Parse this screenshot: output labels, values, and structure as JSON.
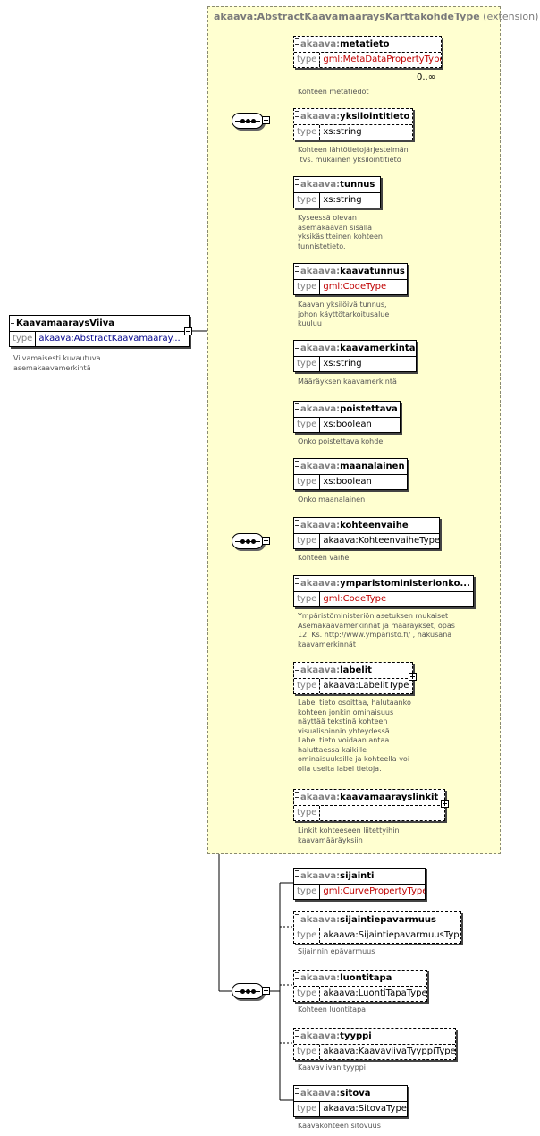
{
  "root": {
    "name": "KaavamaaraysViiva",
    "type_label": "type",
    "type_value": "akaava:AbstractKaavamaaray...",
    "doc": "Viivamaisesti kuvautuva\nasemakaavamerkintä"
  },
  "extension": {
    "name": "akaava:AbstractKaavamaaraysKarttakohdeType",
    "suffix": "(extension)"
  },
  "elements": [
    {
      "ns": "akaava:",
      "name": "metatieto",
      "type": "gml:MetaDataPropertyType",
      "type_color": "red",
      "optional": true,
      "cardinality": "0..∞",
      "doc": "Kohteen metatiedot"
    },
    {
      "ns": "akaava:",
      "name": "yksilointitieto",
      "type": "xs:string",
      "type_color": "black",
      "optional": true,
      "doc": "Kohteen lähtötietojärjestelmän\n tvs. mukainen yksilöintitieto"
    },
    {
      "ns": "akaava:",
      "name": "tunnus",
      "type": "xs:string",
      "type_color": "black",
      "optional": false,
      "doc": "Kyseessä olevan\nasemakaavan sisällä\nyksikäsitteinen kohteen\ntunnistetieto."
    },
    {
      "ns": "akaava:",
      "name": "kaavatunnus",
      "type": "gml:CodeType",
      "type_color": "red",
      "optional": false,
      "doc": "Kaavan yksilöivä tunnus,\njohon käyttötarkoitusalue\nkuuluu"
    },
    {
      "ns": "akaava:",
      "name": "kaavamerkinta",
      "type": "xs:string",
      "type_color": "black",
      "optional": false,
      "doc": "Määräyksen kaavamerkintä"
    },
    {
      "ns": "akaava:",
      "name": "poistettava",
      "type": "xs:boolean",
      "type_color": "black",
      "optional": false,
      "doc": "Onko poistettava kohde"
    },
    {
      "ns": "akaava:",
      "name": "maanalainen",
      "type": "xs:boolean",
      "type_color": "black",
      "optional": false,
      "doc": "Onko maanalainen"
    },
    {
      "ns": "akaava:",
      "name": "kohteenvaihe",
      "type": "akaava:KohteenvaiheType",
      "type_color": "black",
      "optional": false,
      "doc": "Kohteen vaihe"
    },
    {
      "ns": "akaava:",
      "name": "ymparistoministerionko...",
      "type": "gml:CodeType",
      "type_color": "red",
      "optional": false,
      "doc": "Ympäristöministeriön asetuksen mukaiset\nAsemakaavamerkinnät ja määräykset, opas\n12. Ks. http://www.ymparisto.fi/ , hakusana\nkaavamerkinnät"
    },
    {
      "ns": "akaava:",
      "name": "labelit",
      "type": "akaava:LabelitType",
      "type_color": "black",
      "optional": true,
      "doc": "Label tieto osoittaa, halutaanko\nkohteen jonkin ominaisuus\nnäyttää tekstinä kohteen\nvisualisoinnin yhteydessä.\nLabel tieto voidaan antaa\nhaluttaessa kaikille\nominaisuuksille ja kohteella voi\nolla useita label tietoja."
    },
    {
      "ns": "akaava:",
      "name": "kaavamaarayslinkit",
      "type": "",
      "type_color": "black",
      "optional": true,
      "doc": "Linkit kohteeseen liitettyihin\nkaavamääräyksiin"
    },
    {
      "ns": "akaava:",
      "name": "sijainti",
      "type": "gml:CurvePropertyType",
      "type_color": "red",
      "optional": false,
      "doc": ""
    },
    {
      "ns": "akaava:",
      "name": "sijaintiepavarmuus",
      "type": "akaava:SijaintiepavarmuusType",
      "type_color": "black",
      "optional": true,
      "doc": "Sijainnin epävarmuus"
    },
    {
      "ns": "akaava:",
      "name": "luontitapa",
      "type": "akaava:LuontiTapaType",
      "type_color": "black",
      "optional": true,
      "doc": "Kohteen luontitapa"
    },
    {
      "ns": "akaava:",
      "name": "tyyppi",
      "type": "akaava:KaavaviivaTyyppiType",
      "type_color": "black",
      "optional": true,
      "doc": "Kaavaviivan tyyppi"
    },
    {
      "ns": "akaava:",
      "name": "sitova",
      "type": "akaava:SitovaType",
      "type_color": "black",
      "optional": false,
      "doc": "Kaavakohteen sitovuus"
    }
  ],
  "colors": {
    "extension_bg": "#ffffd0",
    "red_type": "#c00000",
    "blue_type": "#00008b"
  }
}
